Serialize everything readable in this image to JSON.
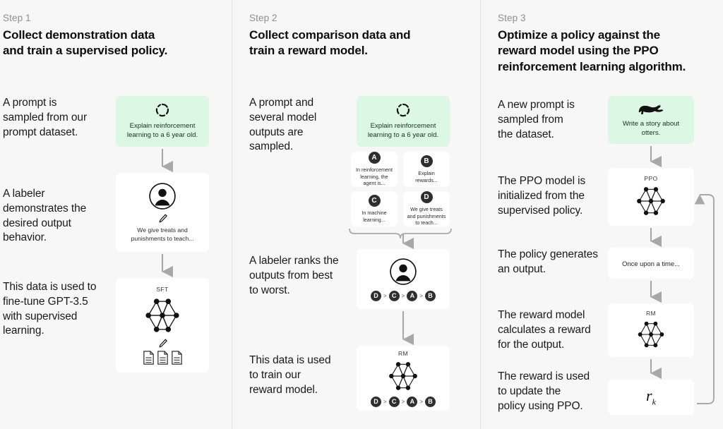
{
  "steps": [
    {
      "label": "Step 1",
      "title": "Collect demonstration data\nand train a supervised policy.",
      "captions": [
        "A prompt is\nsampled from our\nprompt dataset.",
        "A labeler\ndemonstrates the\ndesired output\nbehavior.",
        "This data is used to\nfine-tune GPT-3.5\nwith supervised\nlearning."
      ],
      "prompt_card": {
        "icon": "loading-dashed-circle-icon",
        "text": "Explain reinforcement learning to a 6 year old."
      },
      "labeler_card": {
        "icon": "person-circle-icon",
        "pencil_icon": "pencil-icon",
        "text": "We give treats and punishments to teach..."
      },
      "model_card": {
        "label": "SFT",
        "net_icon": "neural-network-icon",
        "pencil_icon": "pencil-icon",
        "docs_icon": "documents-icon"
      }
    },
    {
      "label": "Step 2",
      "title": "Collect comparison data and\ntrain a reward model.",
      "captions": [
        "A prompt and\nseveral model\noutputs are\nsampled.",
        "A labeler ranks the\noutputs from best\nto worst.",
        "This data is used\nto train our\nreward model."
      ],
      "prompt_card": {
        "icon": "loading-dashed-circle-icon",
        "text": "Explain reinforcement learning to a 6 year old."
      },
      "outputs": [
        {
          "letter": "A",
          "text": "In reinforcement learning, the agent is..."
        },
        {
          "letter": "B",
          "text": "Explain rewards..."
        },
        {
          "letter": "C",
          "text": "In machine learning..."
        },
        {
          "letter": "D",
          "text": "We give treats and punishments to teach..."
        }
      ],
      "ranking_card": {
        "icon": "person-circle-icon",
        "ranking": [
          "D",
          "C",
          "A",
          "B"
        ],
        "separator": ">"
      },
      "reward_model_card": {
        "label": "RM",
        "net_icon": "neural-network-icon",
        "ranking": [
          "D",
          "C",
          "A",
          "B"
        ],
        "separator": ">"
      }
    },
    {
      "label": "Step 3",
      "title": "Optimize a policy against the\nreward model using the PPO\nreinforcement learning algorithm.",
      "captions": [
        "A new prompt is\nsampled from\nthe dataset.",
        "The PPO model is\ninitialized from the\nsupervised policy.",
        "The policy generates\nan output.",
        "The reward model\ncalculates a reward\nfor the output.",
        "The reward is used\nto update the\npolicy using PPO."
      ],
      "prompt_card": {
        "icon": "otter-icon",
        "text": "Write a story about otters."
      },
      "ppo_card": {
        "label": "PPO",
        "net_icon": "neural-network-icon"
      },
      "output_card": {
        "text": "Once upon a time..."
      },
      "rm_card": {
        "label": "RM",
        "net_icon": "neural-network-icon"
      },
      "reward_card": {
        "symbol": "r",
        "subscript": "k"
      }
    }
  ],
  "colors": {
    "background": "#f7f7f7",
    "card": "#ffffff",
    "prompt_green": "#dcf7e3",
    "arrow": "#a8a8a8",
    "divider": "#e2e2e2",
    "text": "#0d0d0d",
    "muted": "#8f8f8f"
  }
}
